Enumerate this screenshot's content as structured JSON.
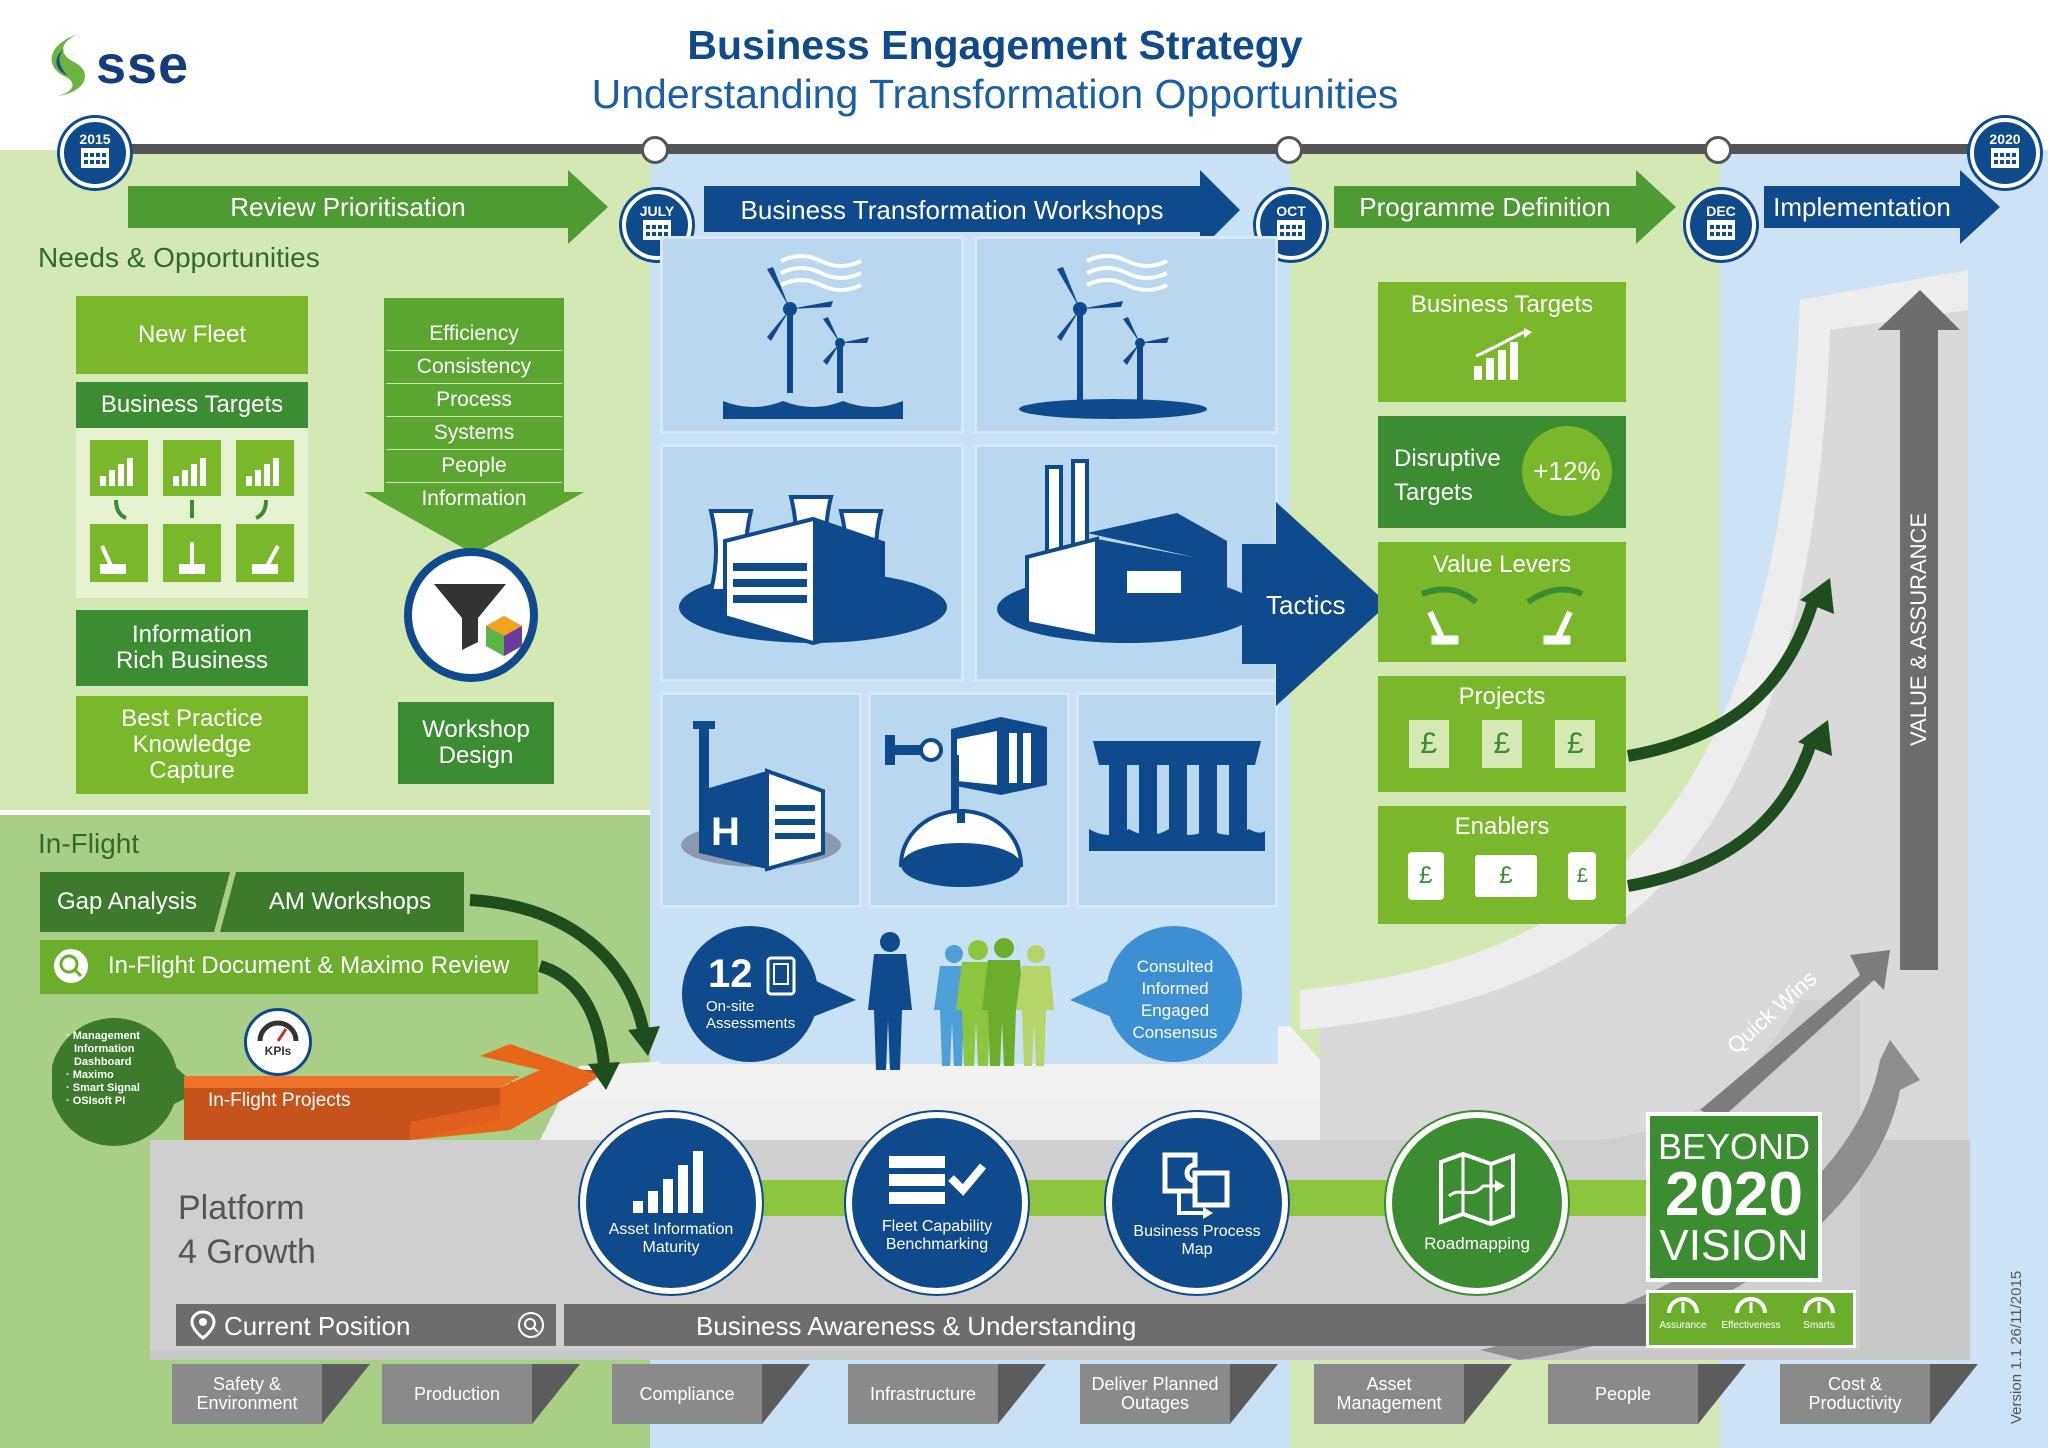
{
  "header": {
    "logo_text": "sse",
    "title": "Business Engagement Strategy",
    "subtitle": "Understanding Transformation Opportunities"
  },
  "timeline": {
    "start_year": "2015",
    "end_year": "2020",
    "months": [
      "JULY",
      "OCT",
      "DEC"
    ],
    "phases": [
      "Review Prioritisation",
      "Business Transformation Workshops",
      "Programme Definition",
      "Implementation"
    ]
  },
  "needs": {
    "heading": "Needs & Opportunities",
    "new_fleet": "New Fleet",
    "business_targets": "Business Targets",
    "info_rich_line1": "Information",
    "info_rich_line2": "Rich Business",
    "best_practice_line1": "Best Practice",
    "best_practice_line2": "Knowledge",
    "best_practice_line3": "Capture",
    "funnel_items": [
      "Efficiency",
      "Consistency",
      "Process",
      "Systems",
      "People",
      "Information"
    ],
    "workshop_line1": "Workshop",
    "workshop_line2": "Design"
  },
  "inflight": {
    "heading": "In-Flight",
    "gap_analysis": "Gap Analysis",
    "am_workshops": "AM Workshops",
    "doc_review": "In-Flight Document & Maximo Review",
    "mis_items": [
      "Management",
      "Information",
      "Dashboard",
      "Maximo",
      "Smart Signal",
      "OSIsoft PI"
    ],
    "kpis": "KPIs",
    "inflight_projects": "In-Flight Projects"
  },
  "workshops": {
    "assessments_count": "12",
    "assessments_line1": "On-site",
    "assessments_line2": "Assessments",
    "consensus": [
      "Consulted",
      "Informed",
      "Engaged",
      "Consensus"
    ]
  },
  "programme": {
    "tactics": "Tactics",
    "business_targets": "Business Targets",
    "disruptive_line1": "Disruptive",
    "disruptive_line2": "Targets",
    "disruptive_value": "+12%",
    "value_levers": "Value Levers",
    "projects": "Projects",
    "enablers": "Enablers",
    "pound": "£"
  },
  "implementation": {
    "value_assurance": "VALUE & ASSURANCE",
    "quick_wins": "Quick Wins",
    "beyond": "BEYOND",
    "year": "2020",
    "vision": "VISION",
    "gauges": [
      "Assurance",
      "Effectiveness",
      "Smarts"
    ]
  },
  "platform": {
    "line1": "Platform",
    "line2": "4 Growth",
    "current_position": "Current Position",
    "awareness": "Business Awareness & Understanding",
    "steps": [
      {
        "line1": "Asset Information",
        "line2": "Maturity"
      },
      {
        "line1": "Fleet Capability",
        "line2": "Benchmarking"
      },
      {
        "line1": "Business Process",
        "line2": "Map"
      },
      {
        "line1": "Roadmapping",
        "line2": ""
      }
    ]
  },
  "pillars": [
    {
      "line1": "Safety &",
      "line2": "Environment"
    },
    {
      "line1": "Production",
      "line2": ""
    },
    {
      "line1": "Compliance",
      "line2": ""
    },
    {
      "line1": "Infrastructure",
      "line2": ""
    },
    {
      "line1": "Deliver Planned",
      "line2": "Outages"
    },
    {
      "line1": "Asset",
      "line2": "Management"
    },
    {
      "line1": "People",
      "line2": ""
    },
    {
      "line1": "Cost &",
      "line2": "Productivity"
    }
  ],
  "version": "Version 1.1 26/11/2015",
  "colors": {
    "navy": "#0f4a8c",
    "green_light": "#79b82a",
    "green_dark": "#3c8c31",
    "bg_green": "#d2e7b0",
    "bg_blue": "#c5dff4",
    "orange": "#e8661a",
    "grey": "#8a8a8a"
  }
}
